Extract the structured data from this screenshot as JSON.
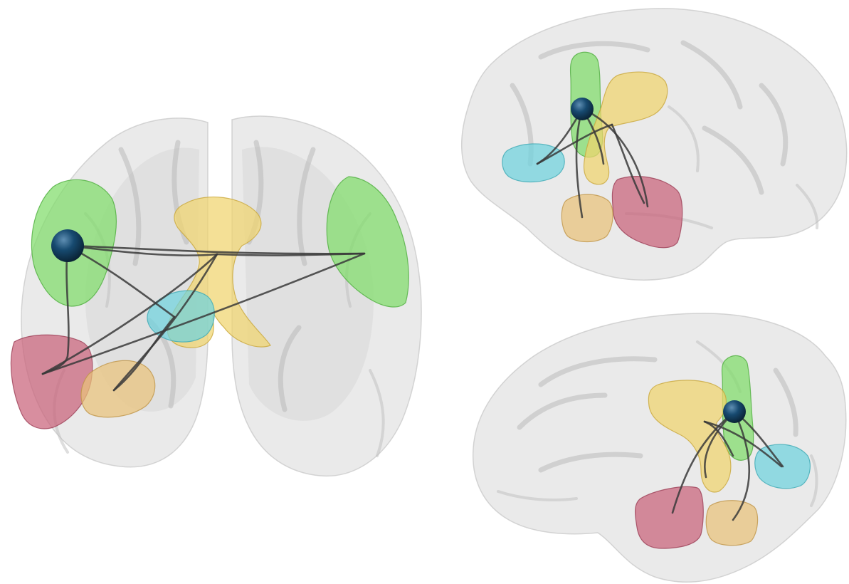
{
  "figure": {
    "background": "#ffffff",
    "seed": {
      "color": "#0e3a5c",
      "highlight": "#5f8fb3"
    },
    "tract_color": "#3a3a3a",
    "cortex_color": "#d9d9d9",
    "regions": {
      "green": {
        "fill": "#7fdc6a",
        "stroke": "#4fae3f"
      },
      "yellow": {
        "fill": "#f0d46e",
        "stroke": "#c9a83c"
      },
      "cyan": {
        "fill": "#6fd3de",
        "stroke": "#3faab5"
      },
      "pink": {
        "fill": "#c9627a",
        "stroke": "#9c3f56"
      },
      "tan": {
        "fill": "#e9c27a",
        "stroke": "#bf9547"
      }
    },
    "views": [
      {
        "id": "coronal",
        "regions": [
          "green-left",
          "green-right",
          "yellow",
          "cyan",
          "pink",
          "tan"
        ],
        "seed": "green-left"
      },
      {
        "id": "sagittal-upper",
        "regions": [
          "green",
          "yellow",
          "cyan",
          "pink",
          "tan"
        ],
        "seed": "green"
      },
      {
        "id": "sagittal-lower",
        "regions": [
          "green",
          "yellow",
          "cyan",
          "pink",
          "tan"
        ],
        "seed": "green"
      }
    ]
  }
}
